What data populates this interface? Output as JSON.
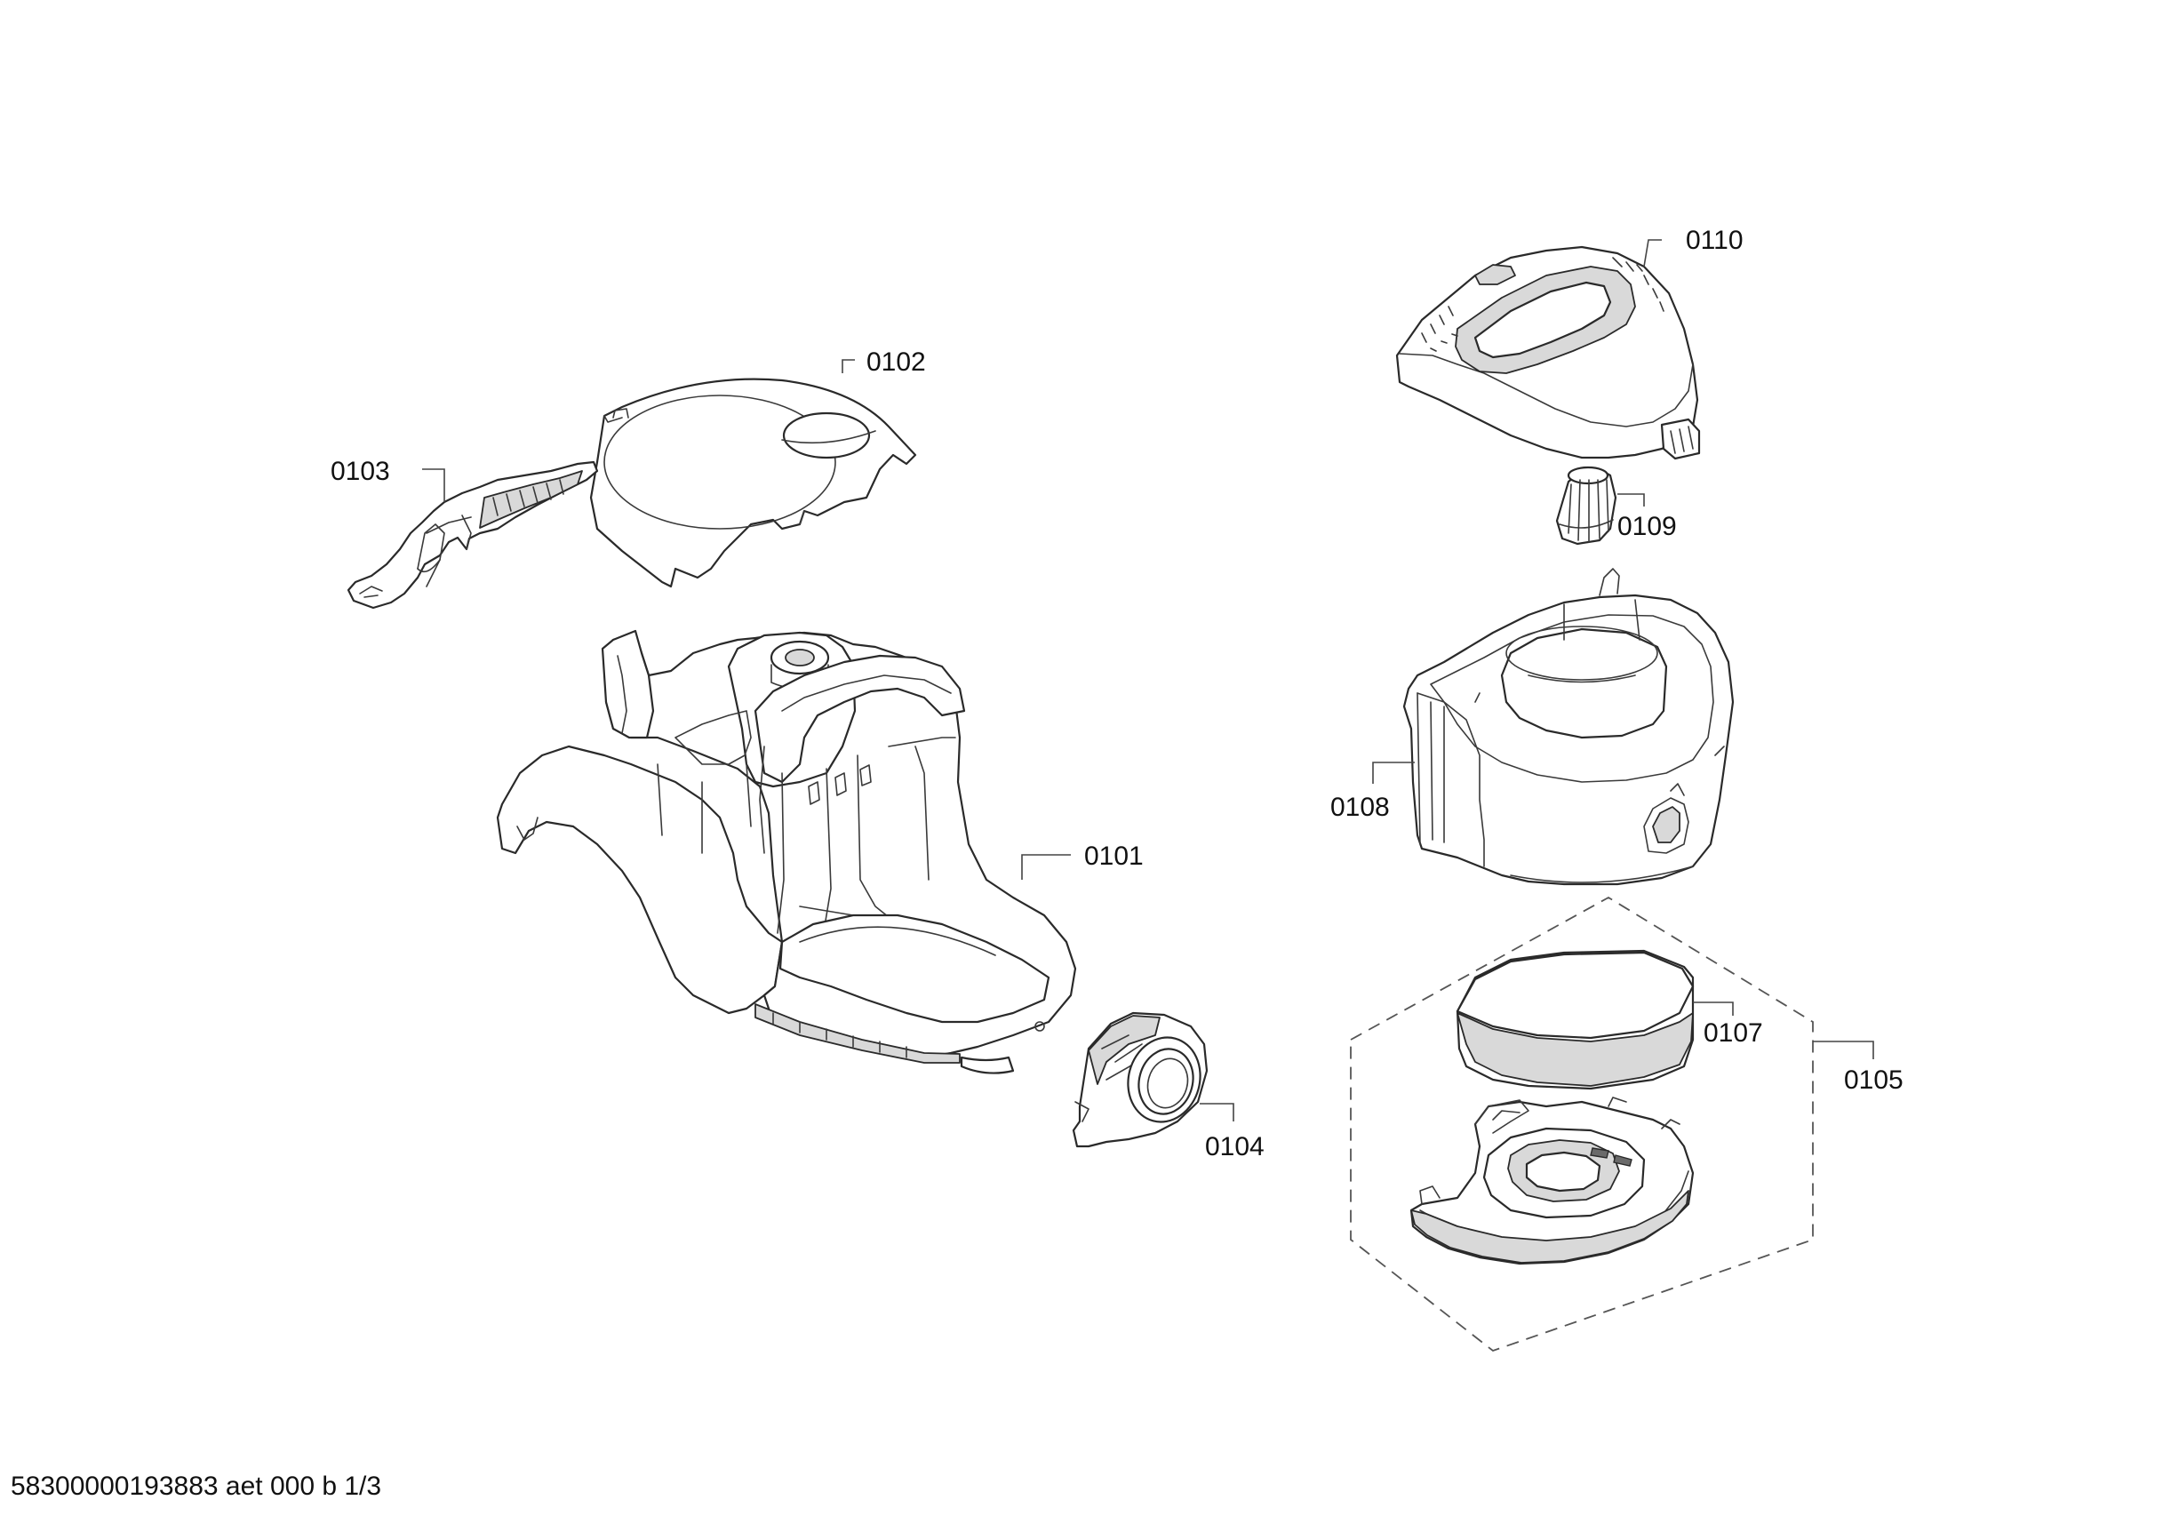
{
  "labels": {
    "p0101": "0101",
    "p0102": "0102",
    "p0103": "0103",
    "p0104": "0104",
    "p0105": "0105",
    "p0107": "0107",
    "p0108": "0108",
    "p0109": "0109",
    "p0110": "0110"
  },
  "footer": "58300000193883 aet 000 b 1/3"
}
